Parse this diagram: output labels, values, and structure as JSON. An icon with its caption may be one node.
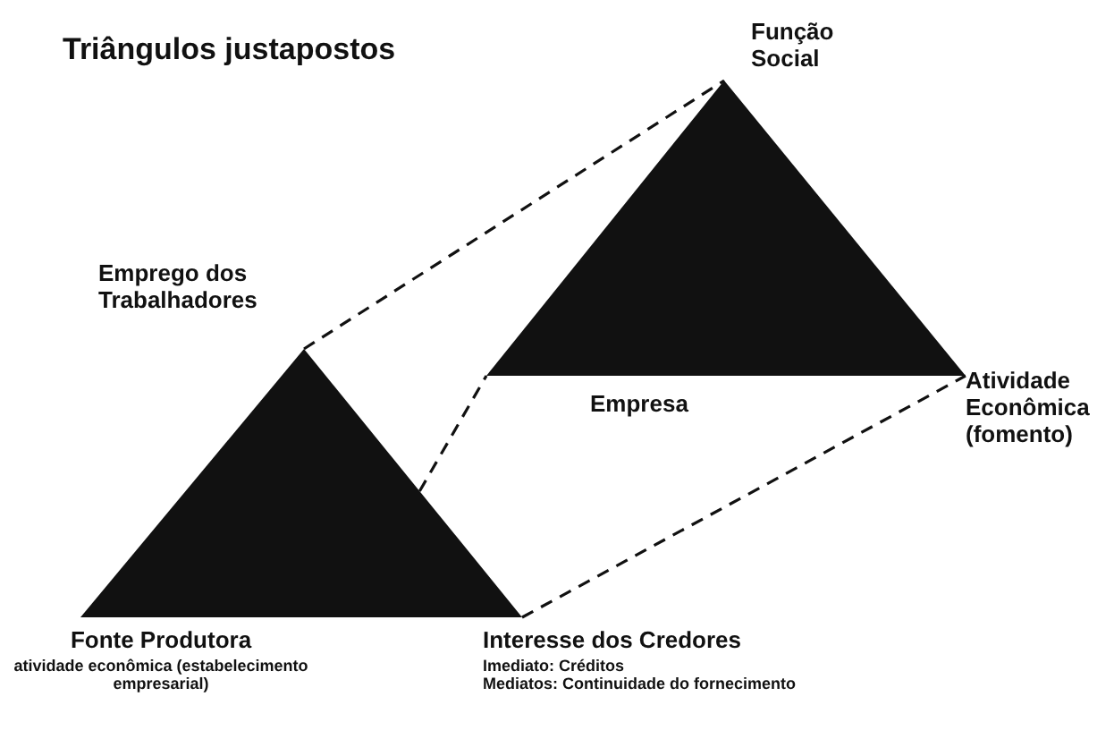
{
  "diagram": {
    "title": "Triângulos justapostos",
    "nodes": [
      {
        "text": [],
        "shape": "triangle",
        "beside": [
          "Emprego dos Trabalhadores",
          "Fonte Produtora",
          "atividade econômica (estabelecimento empresarial)",
          "Interesse dos Credores",
          "Imediato: Créditos",
          "Mediatos: Continuidade do fornecimento"
        ]
      },
      {
        "text": [],
        "shape": "triangle",
        "beside": [
          "Função Social",
          "Empresa",
          "Atividade Econômica (fomento)"
        ]
      }
    ],
    "edges": [
      {
        "from": 0,
        "to": 1,
        "arrow": "none",
        "style": "dashed"
      },
      {
        "from": 0,
        "to": 1,
        "arrow": "none",
        "style": "dashed"
      },
      {
        "from": 0,
        "to": 1,
        "arrow": "none",
        "style": "dashed"
      }
    ]
  }
}
